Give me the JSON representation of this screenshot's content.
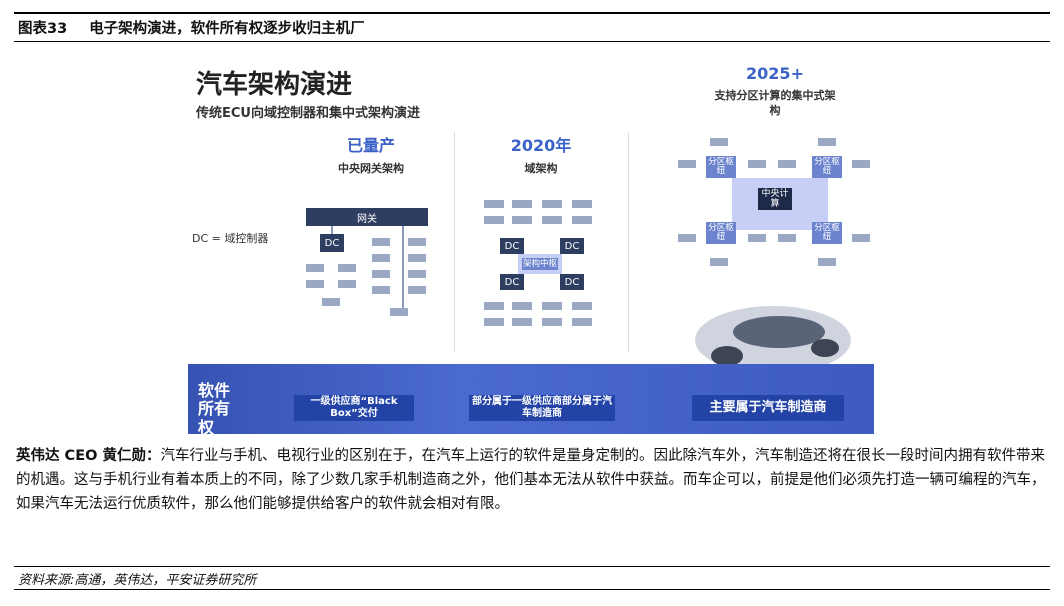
{
  "caption": {
    "number": "图表33",
    "title": "电子架构演进，软件所有权逐步收归主机厂"
  },
  "figure": {
    "title": "汽车架构演进",
    "subtitle": "传统ECU向域控制器和集中式架构演进",
    "dc_note": "DC = 域控制器",
    "columns": [
      {
        "heading": "已量产",
        "subheading": "中央网关架构"
      },
      {
        "heading": "2020年",
        "subheading": "域架构"
      },
      {
        "heading": "2025+",
        "subheading": "支持分区计算的集中式架构"
      }
    ],
    "labels": {
      "gateway": "网关",
      "dc": "DC",
      "domain_hub": "架构中枢",
      "zone": "分区枢纽",
      "central_compute": "中央计算"
    },
    "band": {
      "label": "软件所有权",
      "items": [
        "一级供应商“Black Box”交付",
        "部分属于一级供应商部分属于汽车制造商",
        "主要属于汽车制造商"
      ]
    }
  },
  "body": {
    "speaker": "英伟达 CEO 黄仁勋：",
    "text": "汽车行业与手机、电视行业的区别在于，在汽车上运行的软件是量身定制的。因此除汽车外，汽车制造还将在很长一段时间内拥有软件带来的机遇。这与手机行业有着本质上的不同，除了少数几家手机制造商之外，他们基本无法从软件中获益。而车企可以，前提是他们必须先打造一辆可编程的汽车，如果汽车无法运行优质软件，那么他们能够提供给客户的软件就会相对有限。"
  },
  "source": "资料来源:高通，英伟达，平安证券研究所",
  "colors": {
    "accent_blue": "#3b63c7",
    "band_blue": "#3d5bc0",
    "dark_navy": "#2d3e61",
    "muted_box": "#9aa8c4"
  }
}
